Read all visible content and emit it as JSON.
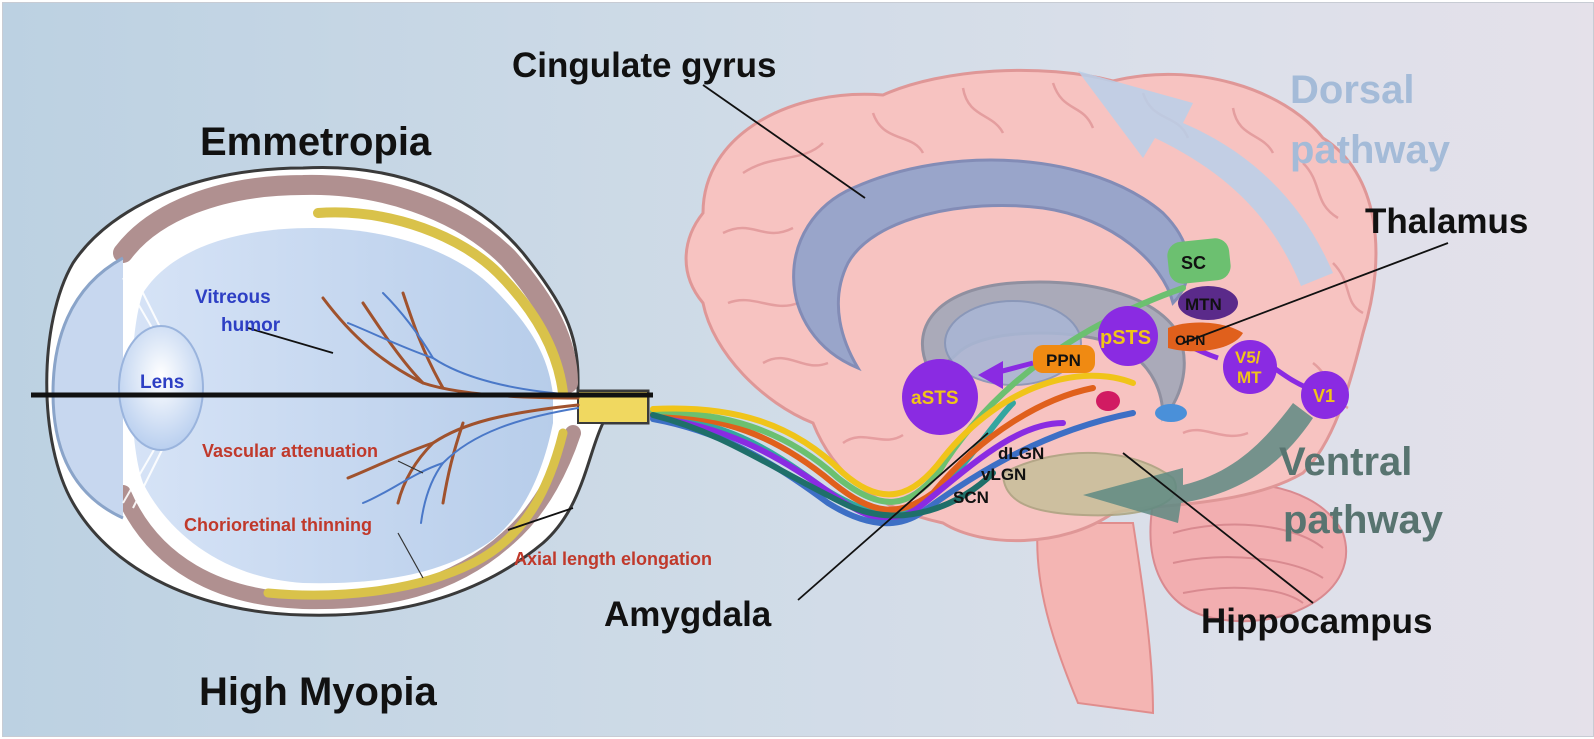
{
  "labels": {
    "cingulate_gyrus": "Cingulate gyrus",
    "dorsal_pathway": [
      "Dorsal",
      "pathway"
    ],
    "emmetropia": "Emmetropia",
    "thalamus": "Thalamus",
    "vitreous_humor": [
      "Vitreous",
      "humor"
    ],
    "lens": "Lens",
    "vascular_attenuation": "Vascular attenuation",
    "chorioretinal_thinning": "Chorioretinal thinning",
    "axial_length_elongation": "Axial length elongation",
    "amygdala": "Amygdala",
    "hippocampus": "Hippocampus",
    "ventral_pathway": [
      "Ventral",
      "pathway"
    ],
    "high_myopia": "High Myopia"
  },
  "nodes": {
    "sc": "SC",
    "mtn": "MTN",
    "psts": "pSTS",
    "opn": "OPN",
    "ppn": "PPN",
    "asts": "aSTS",
    "v5mt": [
      "V5/",
      "MT"
    ],
    "v1": "V1",
    "dlgn": "dLGN",
    "vlgn": "vLGN",
    "scn": "SCN"
  },
  "colors": {
    "dorsal_text": "#a4bbd8",
    "ventral_text": "#587470",
    "retina_label": "#c0392b",
    "eye_label": "#2d3fc4",
    "purple_node": "#8a2be2",
    "node_text_yellow": "#f0c419",
    "sc_green": "#6cc070",
    "opn_orange": "#e0601c",
    "ppn_orange": "#f08a12"
  }
}
